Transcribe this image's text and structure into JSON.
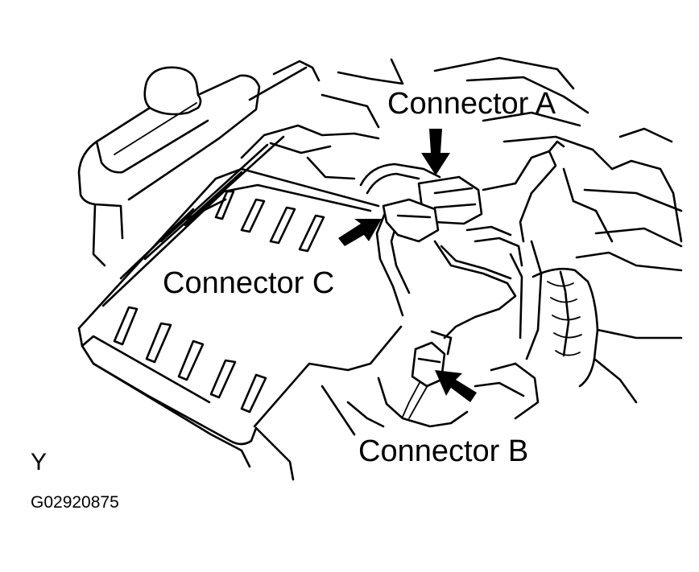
{
  "figure": {
    "labels": {
      "connector_a": "Connector A",
      "connector_b": "Connector B",
      "connector_c": "Connector C"
    },
    "view_letter": "Y",
    "figure_id": "G02920875"
  },
  "colors": {
    "line": "#000000",
    "background": "#ffffff"
  }
}
